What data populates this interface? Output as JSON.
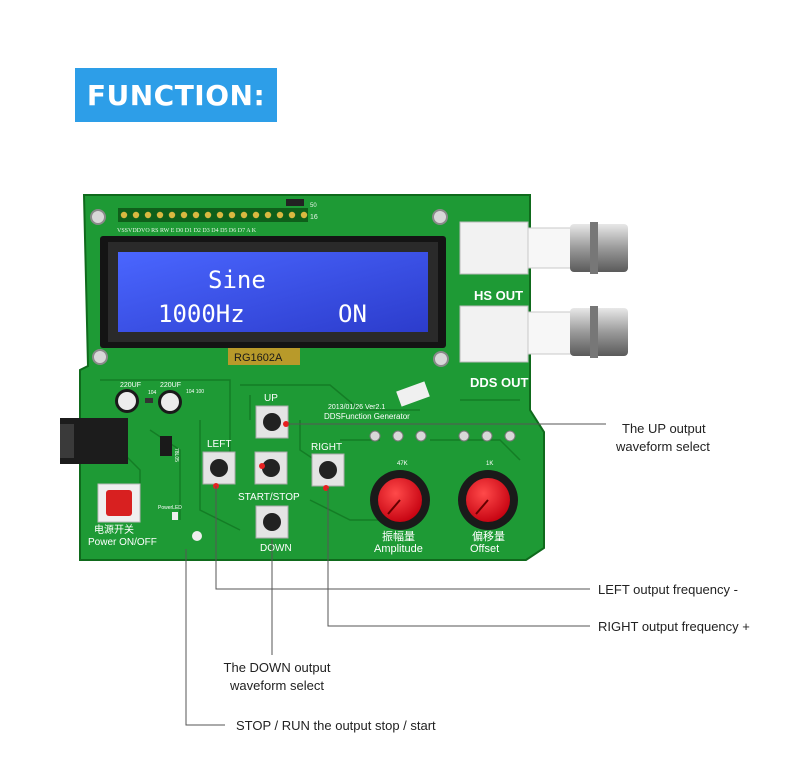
{
  "banner": {
    "title": "FUNCTION:"
  },
  "colors": {
    "banner": "#2d9ee8",
    "pcb": "#1f9b36",
    "pcb_dark": "#12751f",
    "lcd": "#3a4fe0",
    "knob": "#e8001c",
    "leader": "#555555"
  },
  "board": {
    "pin_header": "VSSVDDVO RS RW E  D0 D1 D2 D3 D4 D5 D6 D7 A  K",
    "pin_16": "16",
    "pin_0": "50",
    "lcd": {
      "line1_left": "Sine",
      "line2_left": "1000Hz",
      "line2_right": "ON"
    },
    "lcd_model": "RG1602A",
    "hs_out": "HS OUT",
    "dds_out": "DDS OUT",
    "version": "2013/01/26  Ver2.1",
    "product": "DDSFunction Generator",
    "btn_up": "UP",
    "btn_left": "LEFT",
    "btn_right": "RIGHT",
    "btn_start": "START/STOP",
    "btn_down": "DOWN",
    "cap1": "220UF",
    "cap2": "220UF",
    "res1": "104",
    "res2": "104 100",
    "power_cn": "电源开关",
    "power_en": "Power ON/OFF",
    "power_led": "PowerLED",
    "knob1_cn": "振幅量",
    "knob1_en": "Amplitude",
    "knob2_cn": "偏移量",
    "knob2_en": "Offset",
    "pot1": "47K",
    "pot2": "1K",
    "r78": "78L05"
  },
  "callouts": {
    "up_line1": "The UP output",
    "up_line2": "waveform select",
    "left": "LEFT output frequency -",
    "right": "RIGHT output frequency +",
    "down_line1": "The DOWN output",
    "down_line2": "waveform select",
    "stop": "STOP / RUN the output stop / start"
  }
}
